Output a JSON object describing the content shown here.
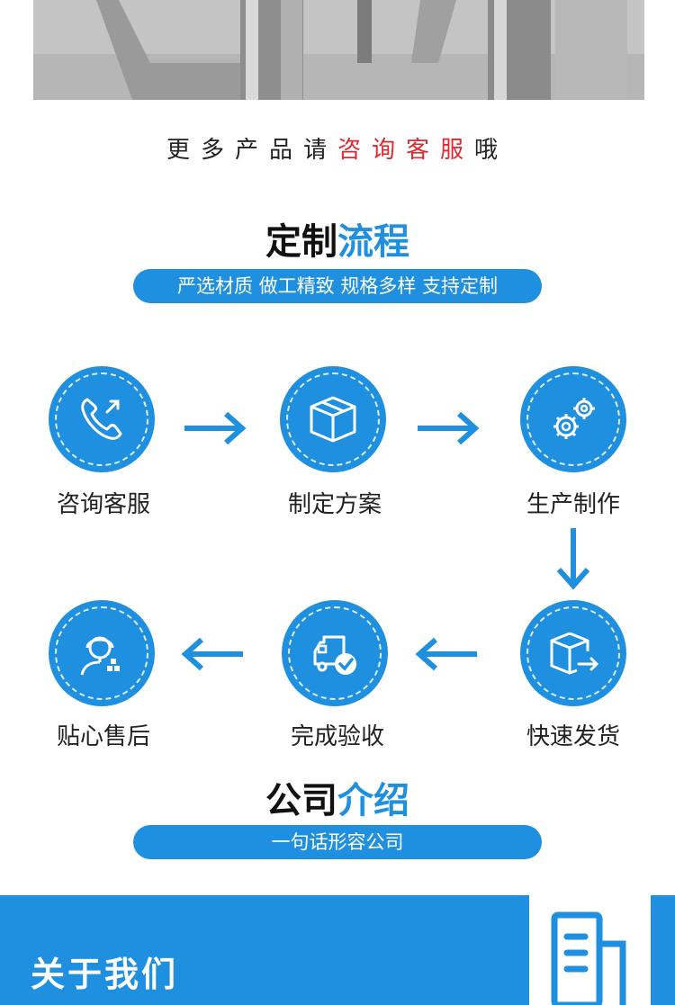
{
  "more_line": {
    "prefix": "更多产品请",
    "highlight": "咨询客服",
    "suffix": "哦"
  },
  "process": {
    "title_black": "定制",
    "title_blue": "流程",
    "tagline": "严选材质 做工精致 规格多样 支持定制",
    "steps": [
      {
        "label": "咨询客服",
        "icon": "phone-icon"
      },
      {
        "label": "制定方案",
        "icon": "box-icon"
      },
      {
        "label": "生产制作",
        "icon": "gears-icon"
      },
      {
        "label": "快速发货",
        "icon": "package-arrow-icon"
      },
      {
        "label": "完成验收",
        "icon": "truck-check-icon"
      },
      {
        "label": "贴心售后",
        "icon": "headset-icon"
      }
    ]
  },
  "company": {
    "title_black": "公司",
    "title_blue": "介绍",
    "tagline": "一句话形容公司"
  },
  "about": {
    "title": "关于我们"
  },
  "colors": {
    "accent": "#1f8fe0",
    "highlight": "#e0282e"
  }
}
